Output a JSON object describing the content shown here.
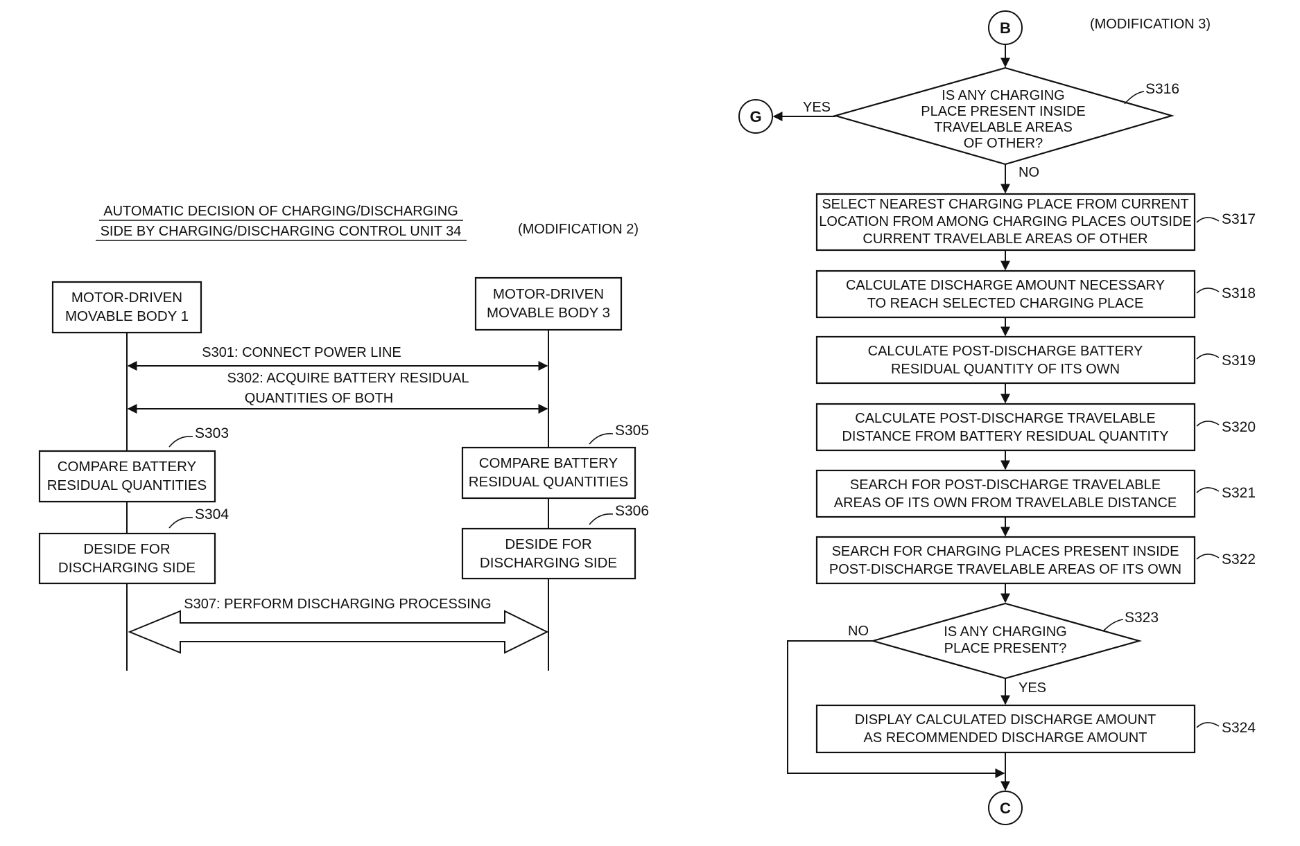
{
  "left": {
    "title_line1": "AUTOMATIC DECISION OF CHARGING/DISCHARGING",
    "title_line2": "SIDE BY CHARGING/DISCHARGING CONTROL UNIT 34",
    "modification": "(MODIFICATION 2)",
    "body1": [
      "MOTOR-DRIVEN",
      "MOVABLE BODY 1"
    ],
    "body3": [
      "MOTOR-DRIVEN",
      "MOVABLE BODY 3"
    ],
    "s301": "S301: CONNECT POWER LINE",
    "s302_line1": "S302: ACQUIRE BATTERY RESIDUAL",
    "s302_line2": "QUANTITIES OF BOTH",
    "s303_label": "S303",
    "s303": [
      "COMPARE BATTERY",
      "RESIDUAL QUANTITIES"
    ],
    "s304_label": "S304",
    "s304": [
      "DESIDE FOR",
      "DISCHARGING SIDE"
    ],
    "s305_label": "S305",
    "s305": [
      "COMPARE BATTERY",
      "RESIDUAL QUANTITIES"
    ],
    "s306_label": "S306",
    "s306": [
      "DESIDE FOR",
      "DISCHARGING SIDE"
    ],
    "s307": "S307: PERFORM DISCHARGING PROCESSING"
  },
  "right": {
    "modification": "(MODIFICATION 3)",
    "connector_b": "B",
    "connector_g": "G",
    "connector_c": "C",
    "s316_label": "S316",
    "s316": [
      "IS ANY CHARGING",
      "PLACE PRESENT INSIDE",
      "TRAVELABLE AREAS",
      "OF OTHER?"
    ],
    "yes1": "YES",
    "no1": "NO",
    "s317_label": "S317",
    "s317": [
      "SELECT NEAREST CHARGING PLACE FROM CURRENT",
      "LOCATION FROM AMONG CHARGING PLACES OUTSIDE",
      "CURRENT TRAVELABLE AREAS OF OTHER"
    ],
    "s318_label": "S318",
    "s318": [
      "CALCULATE DISCHARGE AMOUNT NECESSARY",
      "TO REACH SELECTED CHARGING PLACE"
    ],
    "s319_label": "S319",
    "s319": [
      "CALCULATE POST-DISCHARGE BATTERY",
      "RESIDUAL QUANTITY OF ITS OWN"
    ],
    "s320_label": "S320",
    "s320": [
      "CALCULATE POST-DISCHARGE TRAVELABLE",
      "DISTANCE FROM BATTERY RESIDUAL QUANTITY"
    ],
    "s321_label": "S321",
    "s321": [
      "SEARCH FOR POST-DISCHARGE TRAVELABLE",
      "AREAS OF ITS OWN FROM TRAVELABLE DISTANCE"
    ],
    "s322_label": "S322",
    "s322": [
      "SEARCH FOR CHARGING PLACES PRESENT INSIDE",
      "POST-DISCHARGE TRAVELABLE AREAS OF ITS OWN"
    ],
    "s323_label": "S323",
    "s323": [
      "IS ANY CHARGING",
      "PLACE PRESENT?"
    ],
    "no2": "NO",
    "yes2": "YES",
    "s324_label": "S324",
    "s324": [
      "DISPLAY CALCULATED DISCHARGE AMOUNT",
      "AS RECOMMENDED DISCHARGE AMOUNT"
    ]
  }
}
